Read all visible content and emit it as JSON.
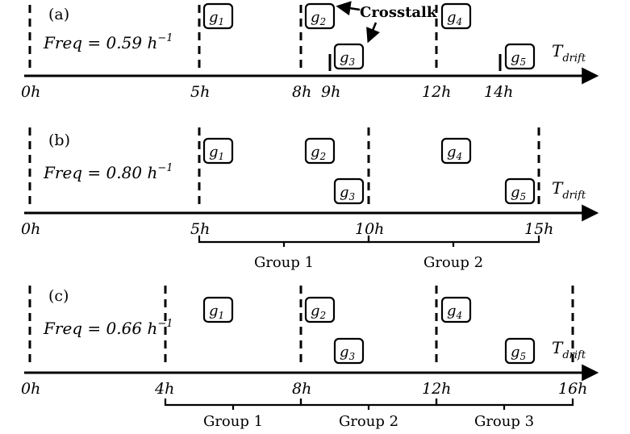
{
  "panels": [
    {
      "id": "a",
      "label": "(a)",
      "freq_text": "Freq = 0.59 h",
      "freq_exp": "−1",
      "axis_label_main": "T",
      "axis_label_sub": "drift",
      "ticks": [
        "0h",
        "5h",
        "8h",
        "9h",
        "12h",
        "14h"
      ],
      "tasks": [
        "g1",
        "g2",
        "g3",
        "g4",
        "g5"
      ],
      "annotation": "Crosstalk",
      "groups": []
    },
    {
      "id": "b",
      "label": "(b)",
      "freq_text": "Freq = 0.80 h",
      "freq_exp": "−1",
      "axis_label_main": "T",
      "axis_label_sub": "drift",
      "ticks": [
        "0h",
        "5h",
        "10h",
        "15h"
      ],
      "tasks": [
        "g1",
        "g2",
        "g3",
        "g4",
        "g5"
      ],
      "groups": [
        "Group 1",
        "Group 2"
      ]
    },
    {
      "id": "c",
      "label": "(c)",
      "freq_text": "Freq = 0.66 h",
      "freq_exp": "−1",
      "axis_label_main": "T",
      "axis_label_sub": "drift",
      "ticks": [
        "0h",
        "4h",
        "8h",
        "12h",
        "16h"
      ],
      "tasks": [
        "g1",
        "g2",
        "g3",
        "g4",
        "g5"
      ],
      "groups": [
        "Group 1",
        "Group 2",
        "Group 3"
      ]
    }
  ]
}
